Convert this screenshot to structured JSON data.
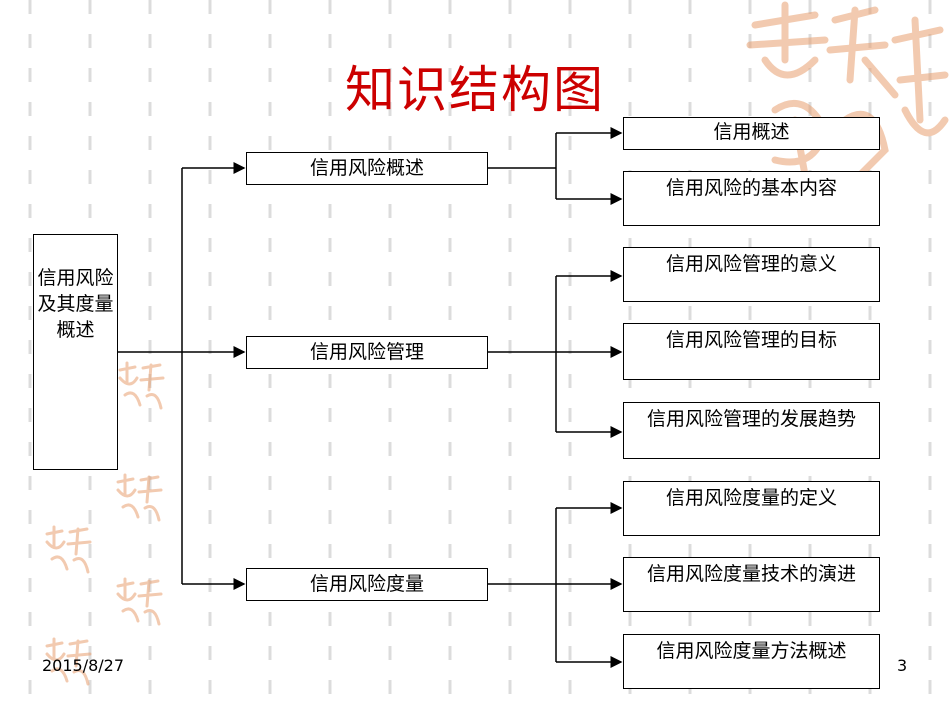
{
  "title": "知识结构图",
  "root": {
    "label": "信用风险及其度量概述"
  },
  "branches": [
    {
      "label": "信用风险概述",
      "children": [
        "信用概述",
        "信用风险的基本内容"
      ]
    },
    {
      "label": "信用风险管理",
      "children": [
        "信用风险管理的意义",
        "信用风险管理的目标",
        "信用风险管理的发展趋势"
      ]
    },
    {
      "label": "信用风险度量",
      "children": [
        "信用风险度量的定义",
        "信用风险度量技术的演进",
        "信用风险度量方法概述"
      ]
    }
  ],
  "footer": {
    "date": "2015/8/27",
    "page": "3"
  },
  "colors": {
    "title": "#cc0000",
    "dash": "#d9d9d9",
    "stamp": "#e8a878"
  }
}
